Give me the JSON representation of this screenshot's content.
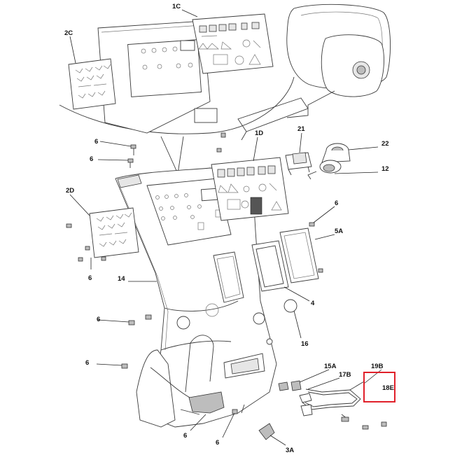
{
  "labels": {
    "c1C": "1C",
    "c2C": "2C",
    "c1D": "1D",
    "c2D": "2D",
    "c21": "21",
    "c22": "22",
    "c12": "12",
    "c6a": "6",
    "c6b": "6",
    "c6c": "6",
    "c6d": "6",
    "c6e": "6",
    "c6f": "6",
    "c6g": "6",
    "c6h": "6",
    "c5A": "5A",
    "c14": "14",
    "c4": "4",
    "c16": "16",
    "c15A": "15A",
    "c17B": "17B",
    "c19B": "19B",
    "c18E": "18E",
    "c3A": "3A"
  },
  "colors": {
    "highlight": "#e0202a",
    "line": "#3a3a3a"
  }
}
